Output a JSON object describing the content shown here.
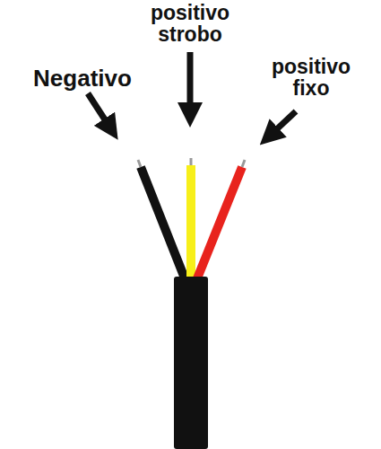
{
  "diagram": {
    "labels": [
      "Negativo",
      "positivo strobo",
      "positivo fixo"
    ]
  }
}
